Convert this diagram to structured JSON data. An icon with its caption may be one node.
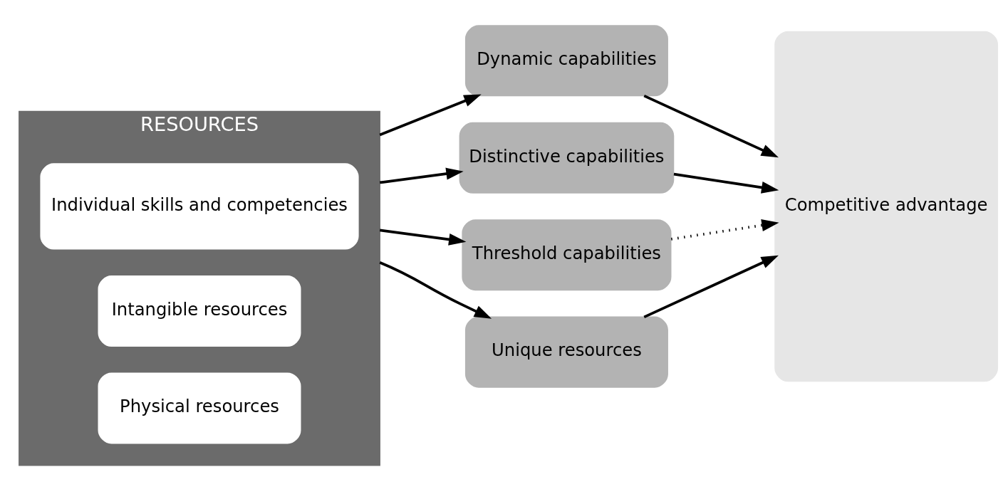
{
  "diagram": {
    "nodes": [
      {
        "text": [
          "RESOURCES"
        ]
      },
      {
        "text": [
          "Individual skills and competencies"
        ],
        "in": 0
      },
      {
        "text": [
          "Intangible resources"
        ],
        "in": 0
      },
      {
        "text": [
          "Physical resources"
        ],
        "in": 0
      },
      {
        "text": [
          "Dynamic capabilities"
        ]
      },
      {
        "text": [
          "Distinctive capabilities"
        ]
      },
      {
        "text": [
          "Threshold capabilities"
        ]
      },
      {
        "text": [
          "Unique resources"
        ]
      },
      {
        "text": [
          "Competitive advantage"
        ]
      }
    ],
    "edges": [
      {
        "from": 0,
        "to": 4,
        "arrow": "to"
      },
      {
        "from": 4,
        "to": 8,
        "arrow": "to"
      },
      {
        "from": 0,
        "to": 5,
        "arrow": "to"
      },
      {
        "from": 5,
        "to": 8,
        "arrow": "to"
      },
      {
        "from": 0,
        "to": 6,
        "arrow": "to"
      },
      {
        "from": 6,
        "to": 8,
        "arrow": "to",
        "style": "dashed"
      },
      {
        "from": 0,
        "to": 7,
        "arrow": "to"
      },
      {
        "from": 7,
        "to": 8,
        "arrow": "to"
      }
    ]
  }
}
